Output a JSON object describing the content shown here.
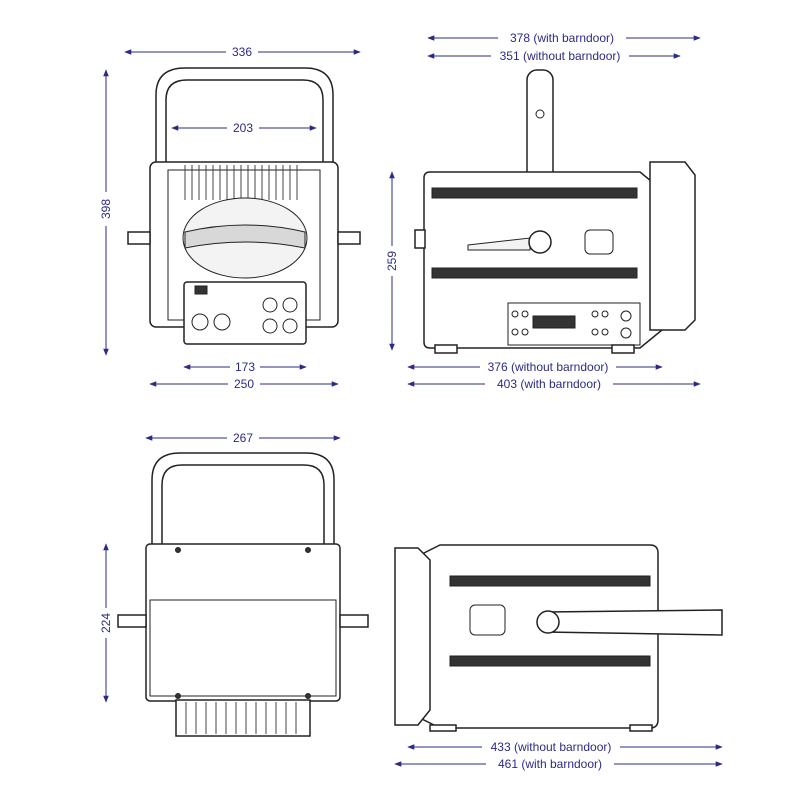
{
  "colors": {
    "dimension": "#2b2b86",
    "outline": "#222222",
    "background": "#ffffff"
  },
  "views": {
    "front": {
      "width_total": "336",
      "width_inner": "203",
      "height_total": "398",
      "base_inner": "173",
      "base_total": "250"
    },
    "side": {
      "width_with_barndoor": "378 (with barndoor)",
      "width_without_barndoor": "351 (without barndoor)",
      "height": "259",
      "depth_without_barndoor": "376 (without barndoor)",
      "depth_with_barndoor": "403 (with barndoor)"
    },
    "rear": {
      "width_total": "267",
      "height": "224"
    },
    "top": {
      "length_without_barndoor": "433 (without barndoor)",
      "length_with_barndoor": "461 (with barndoor)"
    }
  }
}
